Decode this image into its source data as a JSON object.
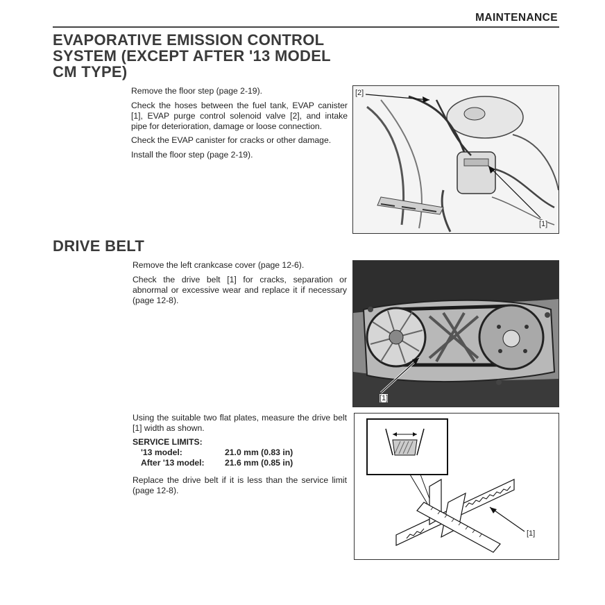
{
  "header": {
    "label": "MAINTENANCE"
  },
  "evap": {
    "title_line1": "EVAPORATIVE EMISSION CONTROL",
    "title_line2": "SYSTEM (EXCEPT AFTER '13 MODEL",
    "title_line3": "CM TYPE)",
    "p1": "Remove the floor step (page 2-19).",
    "p2_line1": "Check the hoses between the fuel tank, EVAP canister",
    "p2_line2": "[1], EVAP purge control solenoid valve [2], and intake",
    "p2_line3": "pipe for deterioration, damage or loose connection.",
    "p3": "Check the EVAP canister for cracks or other damage.",
    "p4": "Install the floor step (page 2-19).",
    "fig_callout_2": "[2]",
    "fig_callout_1": "[1]"
  },
  "belt": {
    "title": "DRIVE BELT",
    "p1": "Remove the left crankcase cover (page 12-6).",
    "p2_line1": "Check the drive belt [1] for cracks, separation or",
    "p2_line2": "abnormal or excessive wear and replace it if necessary",
    "p2_line3": "(page 12-8).",
    "fig_callout_1": "[1]",
    "p3_line1": "Using the suitable two flat plates, measure the drive belt",
    "p3_line2": "[1] width as shown.",
    "limits_title": "SERVICE LIMITS:",
    "limit1_label": "'13 model:",
    "limit1_value": "21.0 mm (0.83 in)",
    "limit2_label": "After '13 model:",
    "limit2_value": "21.6 mm (0.85 in)",
    "p4_line1": "Replace the drive belt if it is less than the service limit",
    "p4_line2": "(page 12-8).",
    "diagram_callout_1": "[1]"
  }
}
